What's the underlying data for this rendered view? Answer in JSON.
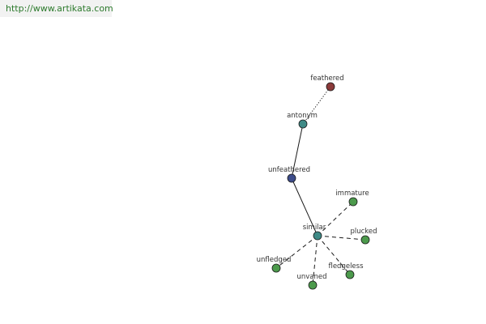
{
  "header": {
    "url": "http://www.artikata.com"
  },
  "graph": {
    "colors": {
      "edge": "#1a1a1a",
      "node_stroke": "#1a1a1a",
      "word_red": "#8b3a3a",
      "relation_teal": "#3f8a86",
      "word_blue": "#3d4c8a",
      "word_green": "#4c9a4c"
    },
    "nodes": [
      {
        "id": "feathered",
        "label": "feathered",
        "color": "word_red"
      },
      {
        "id": "antonym",
        "label": "antonym",
        "color": "relation_teal"
      },
      {
        "id": "unfeathered",
        "label": "unfeathered",
        "color": "word_blue"
      },
      {
        "id": "similar",
        "label": "similar",
        "color": "relation_teal"
      },
      {
        "id": "immature",
        "label": "immature",
        "color": "word_green"
      },
      {
        "id": "plucked",
        "label": "plucked",
        "color": "word_green"
      },
      {
        "id": "fledgeless",
        "label": "fledgeless",
        "color": "word_green"
      },
      {
        "id": "unvaned",
        "label": "unvaned",
        "color": "word_green"
      },
      {
        "id": "unfledged",
        "label": "unfledged",
        "color": "word_green"
      }
    ],
    "edges": [
      {
        "from": "antonym",
        "to": "feathered",
        "style": "dotted"
      },
      {
        "from": "unfeathered",
        "to": "antonym",
        "style": "solid"
      },
      {
        "from": "unfeathered",
        "to": "similar",
        "style": "solid"
      },
      {
        "from": "similar",
        "to": "immature",
        "style": "dashed"
      },
      {
        "from": "similar",
        "to": "plucked",
        "style": "dashed"
      },
      {
        "from": "similar",
        "to": "fledgeless",
        "style": "dashed"
      },
      {
        "from": "similar",
        "to": "unvaned",
        "style": "dashed"
      },
      {
        "from": "similar",
        "to": "unfledged",
        "style": "dashed"
      }
    ]
  }
}
